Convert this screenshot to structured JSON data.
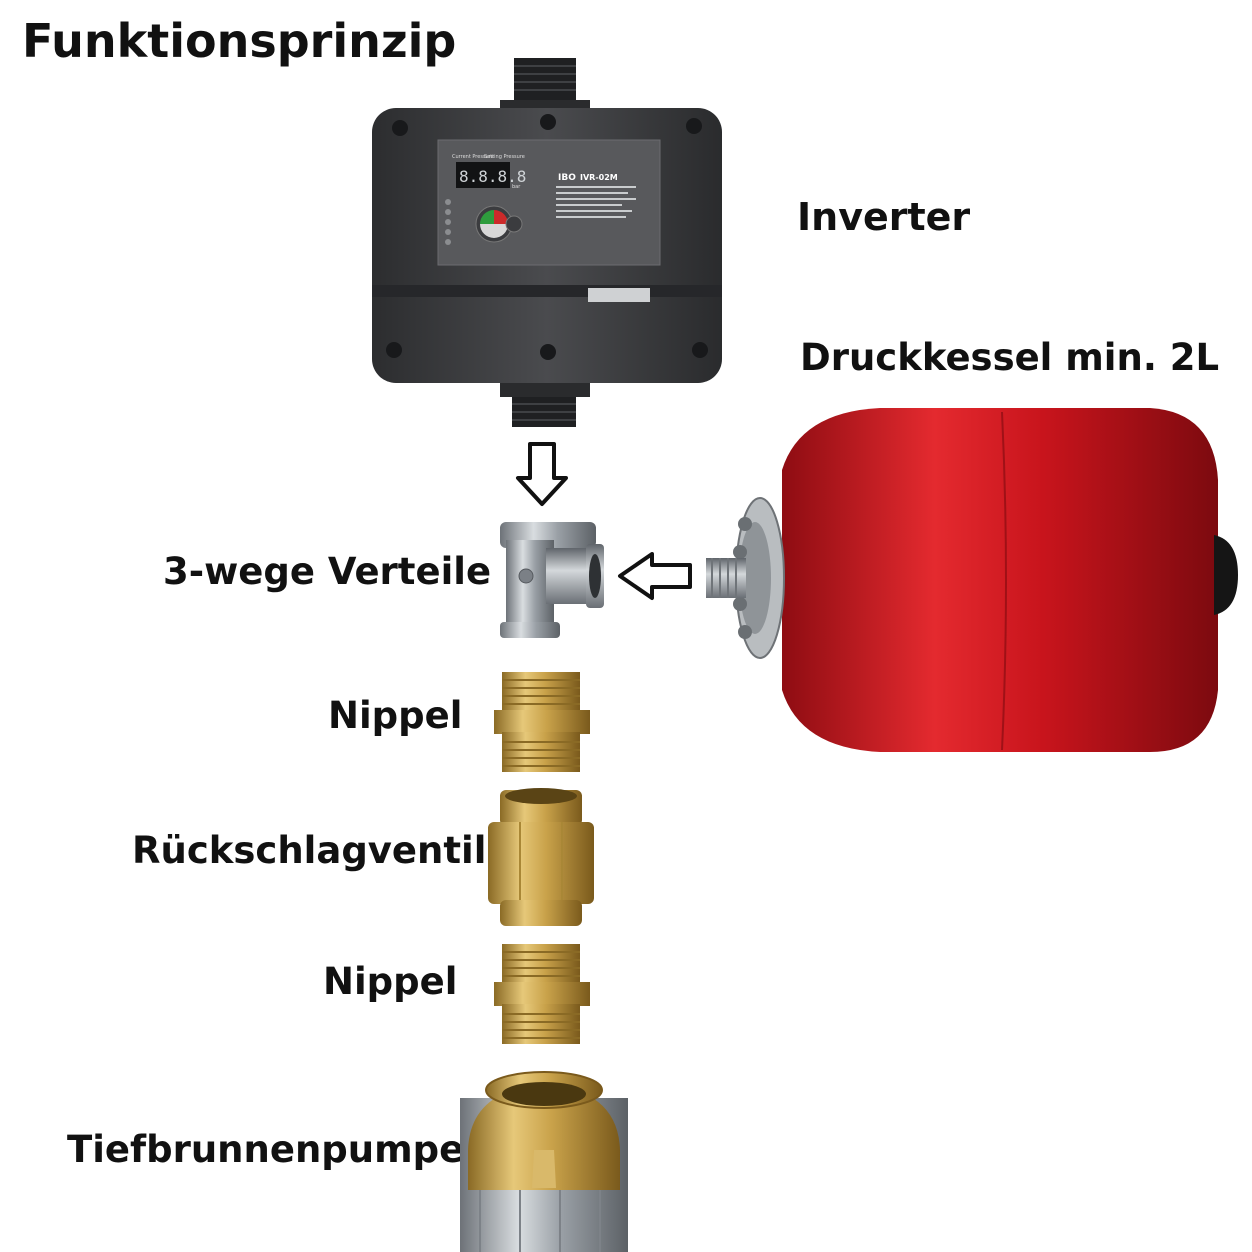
{
  "title": "Funktionsprinzip",
  "components": {
    "inverter": {
      "label": "Inverter",
      "panel": {
        "brand": "IBO",
        "model": "IVR-02M",
        "display": "8.8.8.8",
        "header_left": "Current Pressure",
        "header_right": "Setting Pressure",
        "unit": "bar"
      }
    },
    "pressure_tank": {
      "label": "Druckkessel min. 2L"
    },
    "tee": {
      "label": "3-wege Verteile"
    },
    "nipple_top": {
      "label": "Nippel"
    },
    "check_valve": {
      "label": "Rückschlagventil"
    },
    "nipple_bottom": {
      "label": "Nippel"
    },
    "pump": {
      "label": "Tiefbrunnenpumpe"
    }
  },
  "colors": {
    "inverter_body": "#3a3b3d",
    "tank_red": "#c8141c",
    "brass": "#c9a24a",
    "steel": "#9aa0a6",
    "arrow": "#111111"
  },
  "icons": [
    "arrow-down-icon",
    "arrow-left-icon"
  ]
}
